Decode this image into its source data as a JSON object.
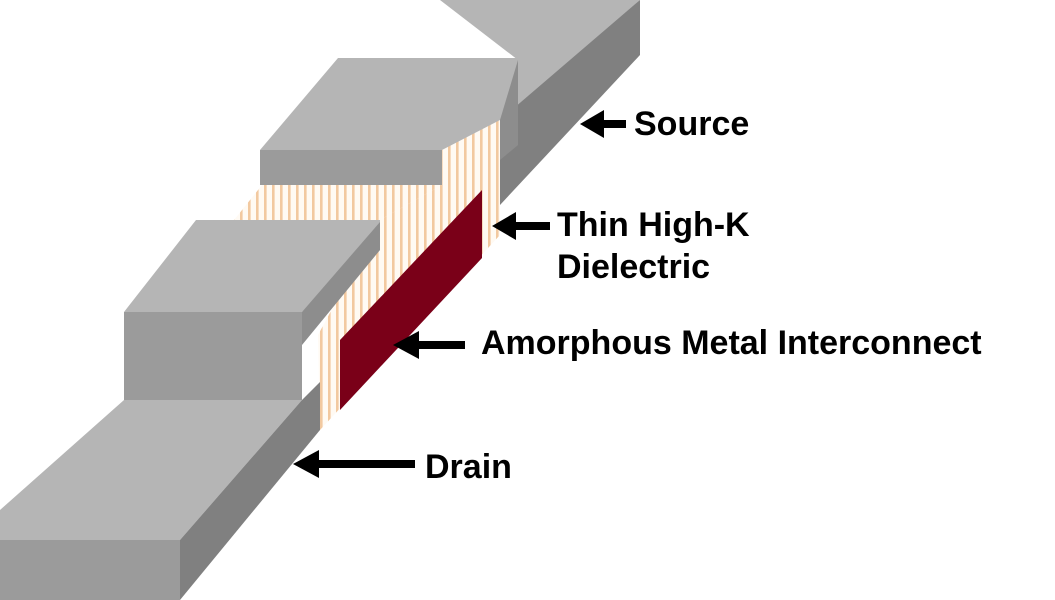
{
  "labels": {
    "source": "Source",
    "dielectric_line1": "Thin High-K",
    "dielectric_line2": "Dielectric",
    "metal": "Amorphous Metal Interconnect",
    "drain": "Drain"
  },
  "colors": {
    "electrode_top": "#b5b5b5",
    "electrode_front": "#9b9b9b",
    "electrode_side": "#808080",
    "metal": "#7a0018",
    "dielectric_stripe": "#f2c9a0",
    "arrow": "#000000",
    "text": "#000000"
  }
}
